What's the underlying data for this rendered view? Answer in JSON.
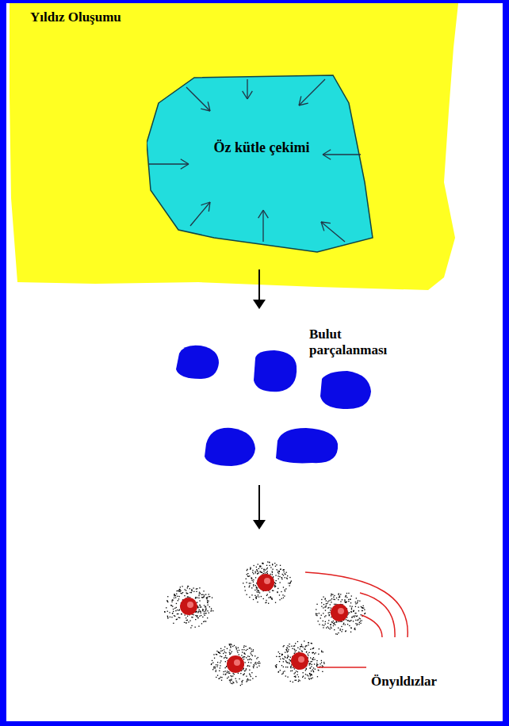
{
  "diagram": {
    "title": "Yıldız Oluşumu",
    "nodes": [
      {
        "text": [
          "Öz kütle çekimi"
        ]
      }
    ],
    "labels": [
      "Bulut parçalanması",
      "Önyıldızlar"
    ]
  }
}
